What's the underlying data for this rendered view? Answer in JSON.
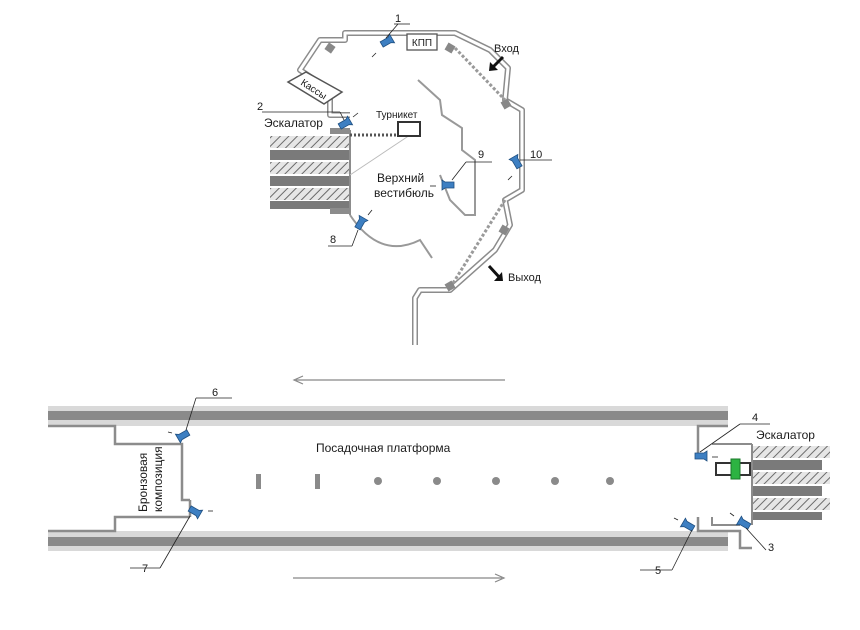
{
  "upper": {
    "kpp": "КПП",
    "kassy": "Кассы",
    "escalator": "Эскалатор",
    "turnstile": "Турникет",
    "vestibule_line1": "Верхний",
    "vestibule_line2": "вестибюль",
    "entrance": "Вход",
    "exit": "Выход"
  },
  "lower": {
    "platform": "Посадочная платформа",
    "escalator": "Эскалатор",
    "bronze_line1": "Бронзовая",
    "bronze_line2": "композиция"
  },
  "cameras": [
    "1",
    "2",
    "3",
    "4",
    "5",
    "6",
    "7",
    "8",
    "9",
    "10"
  ],
  "colors": {
    "camera": "#3d7fc2",
    "turnstile_green": "#2db342",
    "wall": "#8c8c8c",
    "track": "#9a9a9a"
  }
}
